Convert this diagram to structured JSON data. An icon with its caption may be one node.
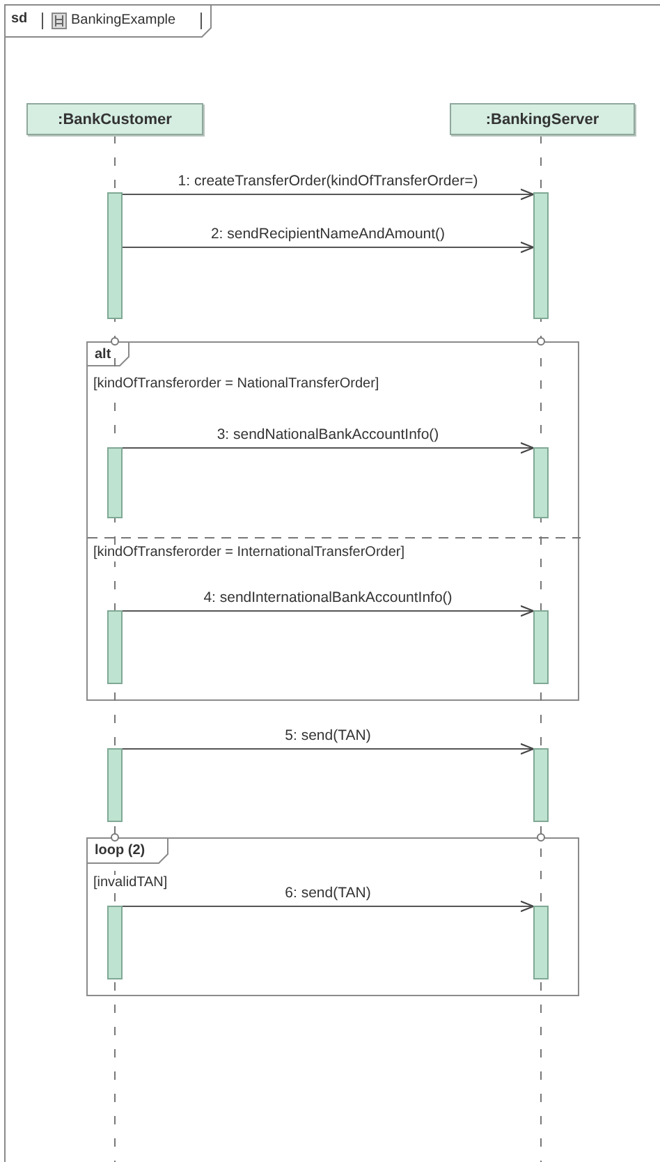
{
  "diagram": {
    "nodes": [
      {
        "text": [
          "sd",
          "BankingExample"
        ]
      },
      {
        "text": [
          ":BankCustomer"
        ],
        "in": 0
      },
      {
        "text": [
          ":BankingServer"
        ],
        "in": 0
      },
      {
        "text": [],
        "shape": "bar",
        "in": 0
      },
      {
        "text": [],
        "shape": "bar",
        "in": 0
      },
      {
        "text": [
          "alt",
          "[kindOfTransferorder = NationalTransferOrder]",
          "[kindOfTransferorder = InternationalTransferOrder]"
        ],
        "in": 0
      },
      {
        "text": [],
        "shape": "bar",
        "in": 5
      },
      {
        "text": [],
        "shape": "bar",
        "in": 5
      },
      {
        "text": [],
        "shape": "bar",
        "in": 5
      },
      {
        "text": [],
        "shape": "bar",
        "in": 5
      },
      {
        "text": [],
        "shape": "bar",
        "in": 0
      },
      {
        "text": [],
        "shape": "bar",
        "in": 0
      },
      {
        "text": [
          "loop (2)",
          "[invalidTAN]"
        ],
        "in": 0
      },
      {
        "text": [],
        "shape": "bar",
        "in": 12
      },
      {
        "text": [],
        "shape": "bar",
        "in": 12
      }
    ],
    "edges": [
      {
        "from": 3,
        "to": 4,
        "arrow": "to",
        "label": "1: createTransferOrder(kindOfTransferOrder=)"
      },
      {
        "from": 3,
        "to": 4,
        "arrow": "to",
        "label": "2: sendRecipientNameAndAmount()"
      },
      {
        "from": 6,
        "to": 7,
        "arrow": "to",
        "label": "3: sendNationalBankAccountInfo()"
      },
      {
        "from": 8,
        "to": 9,
        "arrow": "to",
        "label": "4: sendInternationalBankAccountInfo()"
      },
      {
        "from": 10,
        "to": 11,
        "arrow": "to",
        "label": "5: send(TAN)"
      },
      {
        "from": 13,
        "to": 14,
        "arrow": "to",
        "label": "6: send(TAN)"
      }
    ]
  }
}
